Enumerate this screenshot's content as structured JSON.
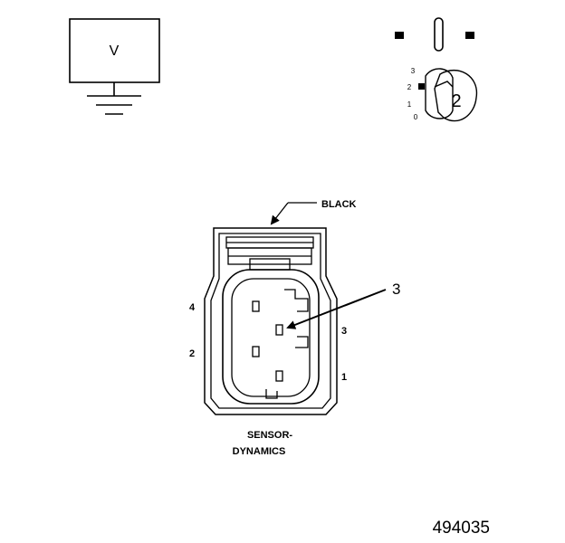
{
  "meter": {
    "symbol": "V"
  },
  "key_switch": {
    "positions": [
      "3",
      "2",
      "1",
      "0"
    ],
    "selected": "2"
  },
  "connector": {
    "color_label": "BLACK",
    "pointer_label": "3",
    "pin_labels": {
      "pin4": "4",
      "pin2": "2",
      "pin3": "3",
      "pin1": "1"
    },
    "name_line1": "SENSOR-",
    "name_line2": "DYNAMICS"
  },
  "figure_number": "494035"
}
